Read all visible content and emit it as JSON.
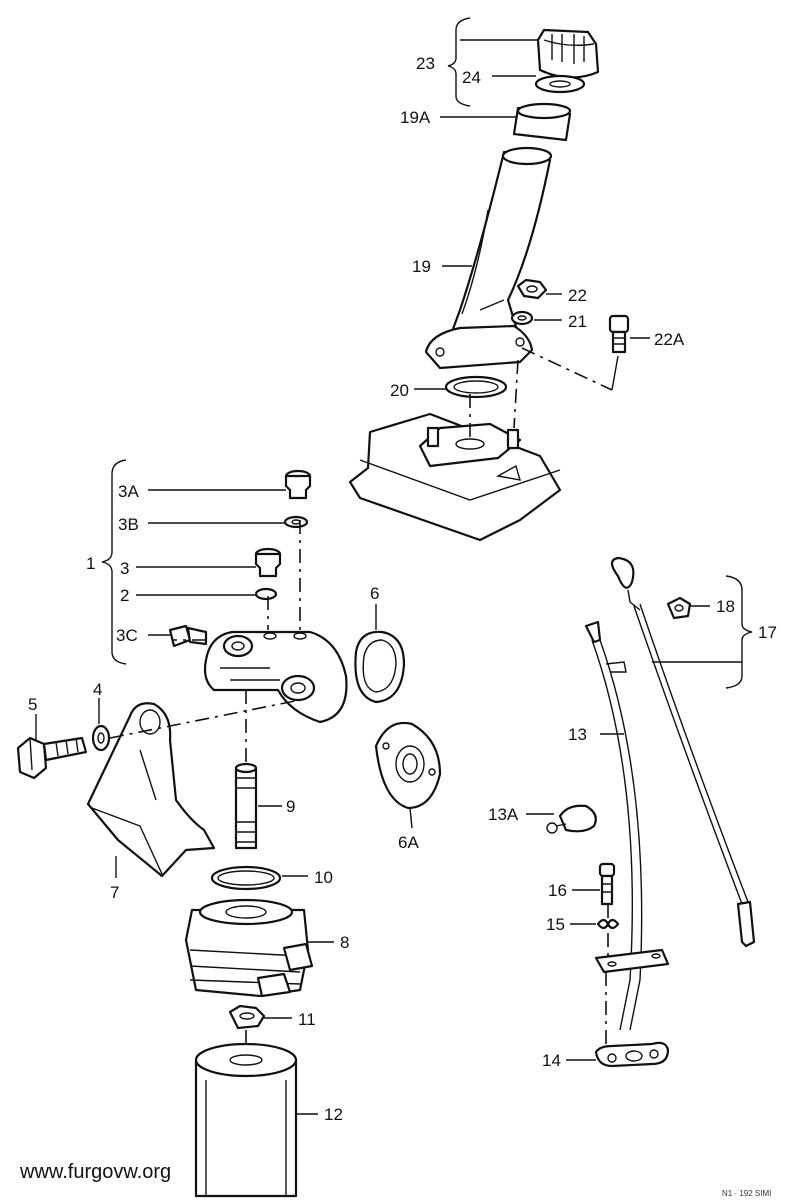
{
  "diagram": {
    "watermark": "www.furgovw.org",
    "corner_code": "N1 · 192 SIMI",
    "callouts": [
      "23",
      "24",
      "19A",
      "19",
      "22",
      "21",
      "22A",
      "20",
      "3A",
      "3B",
      "1",
      "3",
      "2",
      "3C",
      "6",
      "5",
      "4",
      "6A",
      "9",
      "7",
      "10",
      "8",
      "11",
      "12",
      "18",
      "17",
      "13",
      "13A",
      "16",
      "15",
      "14"
    ]
  }
}
